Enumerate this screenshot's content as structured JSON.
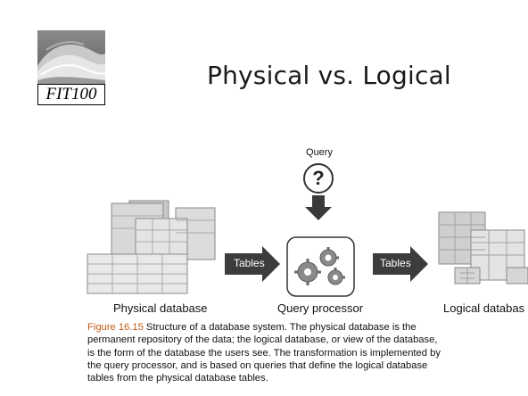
{
  "logo": {
    "text": "FIT100"
  },
  "slide": {
    "title": "Physical vs. Logical"
  },
  "figure": {
    "query_label": "Query",
    "query_symbol": "?",
    "arrow1_label": "Tables",
    "arrow2_label": "Tables",
    "physical_label": "Physical database",
    "processor_label": "Query processor",
    "logical_label": "Logical databas"
  },
  "caption": {
    "figure_number": "Figure 16.15",
    "lines": [
      " Structure of a database system. The physical database is the",
      "permanent repository of the data; the logical database, or view of the database,",
      "is the form of the database the users see. The transformation is implemented by",
      "the query processor, and is based on queries that define the logical database",
      "tables from the physical database tables."
    ]
  }
}
